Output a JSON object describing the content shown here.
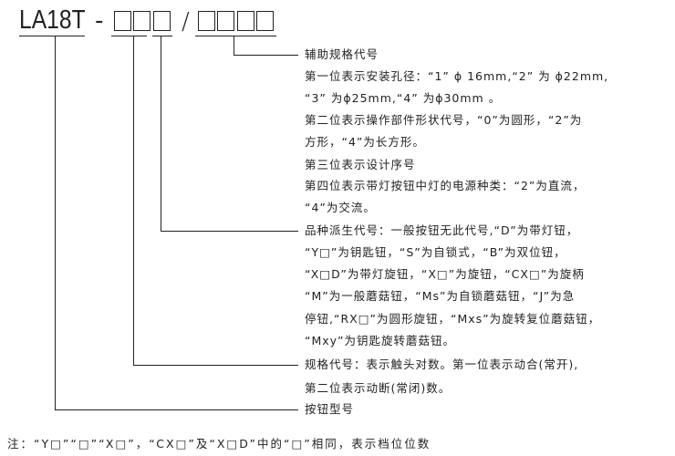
{
  "code": {
    "model": "LA18T",
    "dash": "-",
    "slash": "/"
  },
  "descriptions": {
    "auxiliary": [
      "辅助规格代号",
      "第一位表示安装孔径：“1” ϕ 16mm,“2” 为 ϕ22mm,",
      "“3” 为ϕ25mm,“4” 为ϕ30mm 。",
      "第二位表示操作部件形状代号，“0”为圆形，“2”为",
      "方形，“4”为长方形。",
      "第三位表示设计序号",
      "第四位表示带灯按钮中灯的电源种类：“2”为直流，",
      "“4”为交流。"
    ],
    "variant": [
      "品种派生代号：一般按钮无此代号,“D”为带灯钮，",
      "“Y□”为钥匙钮，“S”为自锁式，“B”为双位钮，",
      "“X□D”为带灯旋钮，“X□”为旋钮，“CX□”为旋柄",
      "“M”为一般蘑菇钮，“Ms”为自锁蘑菇钮，“J”为急",
      "停钮,“RX□”为圆形旋钮，“Mxs”为旋转复位蘑菇钮，",
      "“Mxy”为钥匙旋转蘑菇钮。"
    ],
    "spec": [
      "规格代号：表示触头对数。第一位表示动合(常开),",
      "第二位表示动断(常闭)数。"
    ],
    "model": [
      "按钮型号"
    ]
  },
  "note": "注：“Y□”“□”“X□”，“CX□”及“X□D”中的“□”相同，表示档位位数"
}
